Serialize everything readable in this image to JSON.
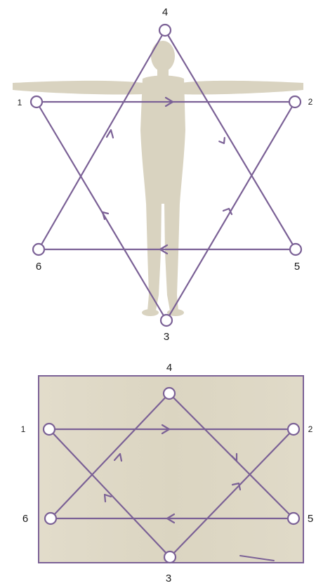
{
  "colors": {
    "line": "#7b6196",
    "node_fill": "#ffffff",
    "silhouette": "#d9d3c0",
    "panel_fill": "#ded8c6",
    "panel_border": "#7b6196",
    "label": "#1a1a1a"
  },
  "top_figure": {
    "labels": {
      "n1": "1",
      "n2": "2",
      "n3": "3",
      "n4": "4",
      "n5": "5",
      "n6": "6"
    }
  },
  "bottom_figure": {
    "labels": {
      "n1": "1",
      "n2": "2",
      "n3": "3",
      "n4": "4",
      "n5": "5",
      "n6": "6"
    }
  }
}
